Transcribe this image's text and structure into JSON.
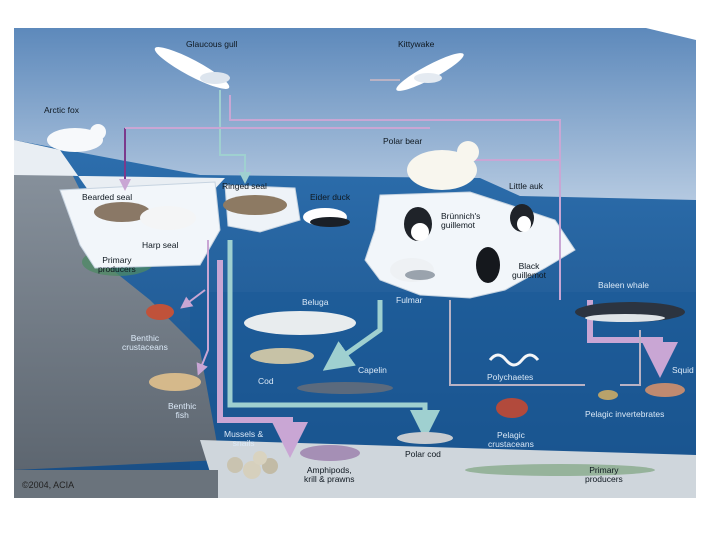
{
  "copyright": "©2004, ACIA",
  "labels": {
    "glaucous_gull": "Glaucous gull",
    "kittywake": "Kittywake",
    "arctic_fox": "Arctic fox",
    "polar_bear": "Polar bear",
    "ringed_seal": "Ringed seal",
    "eider_duck": "Eider duck",
    "bearded_seal": "Bearded seal",
    "harp_seal": "Harp seal",
    "little_auk": "Little auk",
    "brunnichs_guillemot": "Brünnich's\nguillemot",
    "black_guillemot": "Black\nguillemot",
    "fulmar": "Fulmar",
    "primary_producers_shelf": "Primary\nproducers",
    "beluga": "Beluga",
    "baleen_whale": "Baleen whale",
    "benthic_crustaceans": "Benthic\ncrustaceans",
    "cod": "Cod",
    "capelin": "Capelin",
    "polychaetes": "Polychaetes",
    "squid": "Squid",
    "benthic_fish": "Benthic\nfish",
    "pelagic_invertebrates": "Pelagic invertebrates",
    "mussels_snails": "Mussels &\nsnails",
    "polar_cod": "Polar cod",
    "pelagic_crustaceans": "Pelagic\ncrustaceans",
    "amphipods_krill_prawns": "Amphipods,\nkrill & prawns",
    "primary_producers_deep": "Primary\nproducers"
  },
  "colors": {
    "sky_top": "#5d89bb",
    "sky_bottom": "#dfe8f3",
    "water": "#1f5f9e",
    "deep_water": "#164a80",
    "ice": "#eef3f8",
    "land_side": "#7d8894",
    "arrow_pink": "#c9a6d4",
    "arrow_teal": "#9fd0d0",
    "arrow_gray": "#b9b2c4",
    "arrow_purple": "#7b3a8c"
  }
}
